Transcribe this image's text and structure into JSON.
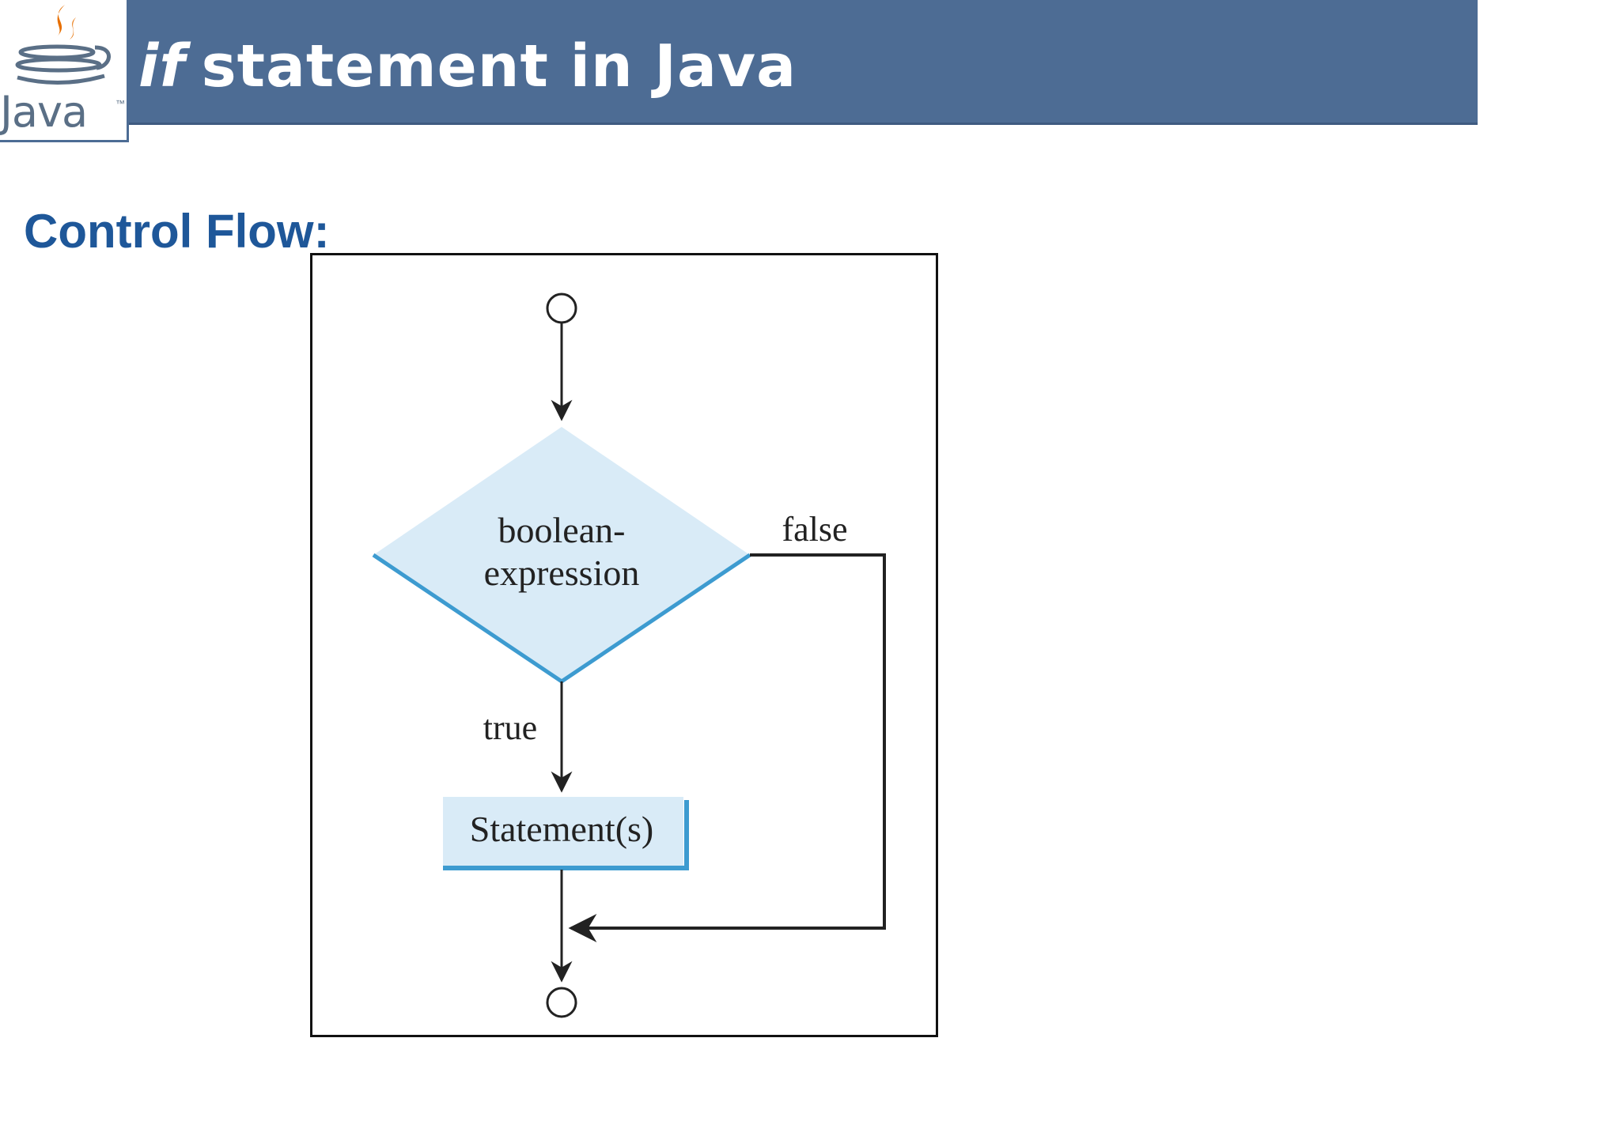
{
  "header": {
    "title_keyword": "if",
    "title_rest": "statement in Java",
    "logo_text": "Java",
    "logo_trademark": "™",
    "colors": {
      "bar": "#4d6c94",
      "title_text": "#ffffff",
      "logo_flame": "#e76f00",
      "logo_cup": "#5a6f86"
    }
  },
  "section": {
    "heading": "Control Flow:",
    "heading_color": "#1e5799"
  },
  "flowchart": {
    "decision": {
      "line1": "boolean-",
      "line2": "expression"
    },
    "false_label": "false",
    "true_label": "true",
    "statement_label": "Statement(s)",
    "colors": {
      "shape_fill": "#d9ebf7",
      "shape_edge": "#3d9bd0",
      "lines": "#222222"
    }
  }
}
